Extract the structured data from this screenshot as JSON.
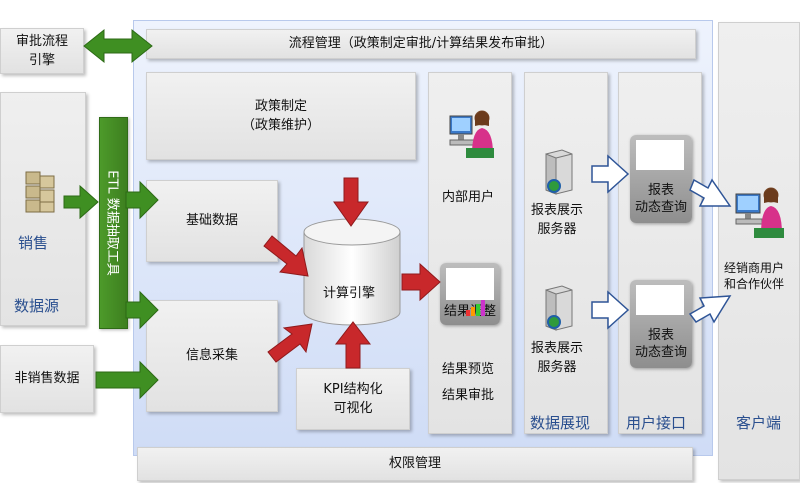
{
  "left": {
    "approval_engine": "审批流程\n引擎",
    "sales": "销售",
    "data_source": "数据源",
    "non_sales": "非销售数据",
    "etl_label": "ETL 数据抽取工具"
  },
  "top_bar": "流程管理（政策制定审批/计算结果发布审批）",
  "bottom_bar": "权限管理",
  "policy": "政策制定\n（政策维护）",
  "basic_data": "基础数据",
  "info_collect": "信息采集",
  "calc_engine": "计算引擎",
  "kpi": "KPI结构化\n可视化",
  "internal": {
    "user_label": "内部用户",
    "result_adjust": "结果调整",
    "result_preview": "结果预览",
    "result_audit": "结果审批"
  },
  "report_server": {
    "label_1": "报表展示\n服务器",
    "label_2": "报表展示\n服务器",
    "column_label": "数据展现"
  },
  "user_interface": {
    "card_1": "报表\n动态查询",
    "card_2": "报表\n动态查询",
    "column_label": "用户接口"
  },
  "client": {
    "label": "经销商用户\n和合作伙伴",
    "column_label": "客户端"
  },
  "colors": {
    "green_arrow": "#3f8f22",
    "red_arrow": "#c8282b",
    "white_arrow_stroke": "#2f5597",
    "title_blue": "#2a4f8f"
  }
}
